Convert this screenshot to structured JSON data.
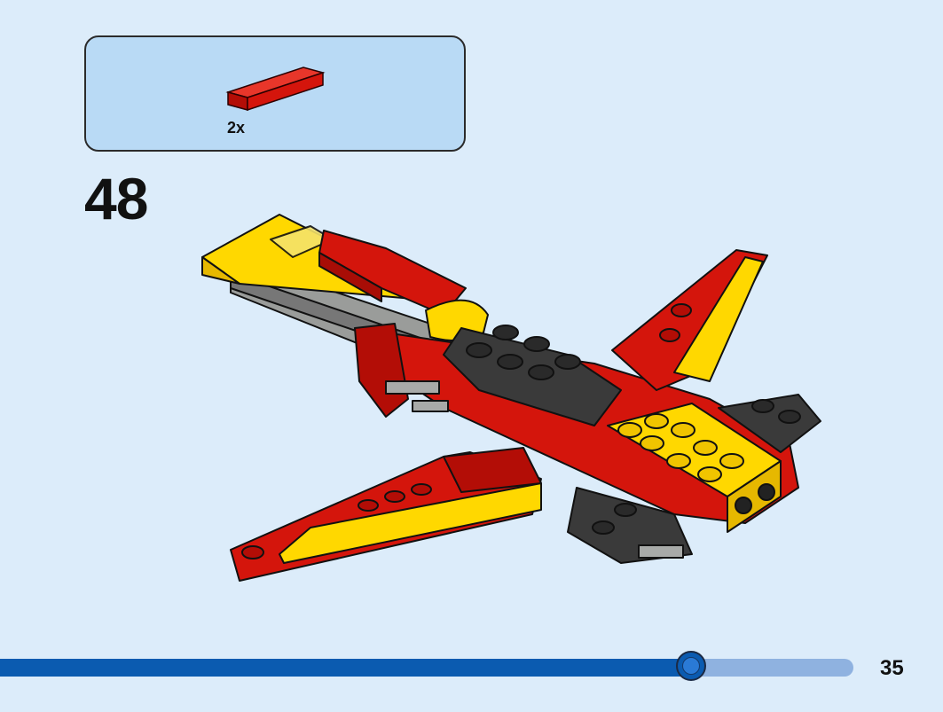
{
  "parts_list": {
    "items": [
      {
        "part_name": "red-tile-1x4",
        "color": "#d4150c",
        "quantity": "2x"
      }
    ]
  },
  "step": {
    "number": "48"
  },
  "model": {
    "icon": "jet-plane-model",
    "colors": {
      "red": "#d4150c",
      "yellow": "#ffd800",
      "dark_gray": "#3a3a3a",
      "light_gray": "#a8aaa8"
    }
  },
  "progress": {
    "fraction": 0.81
  },
  "footer": {
    "page_number": "35"
  }
}
